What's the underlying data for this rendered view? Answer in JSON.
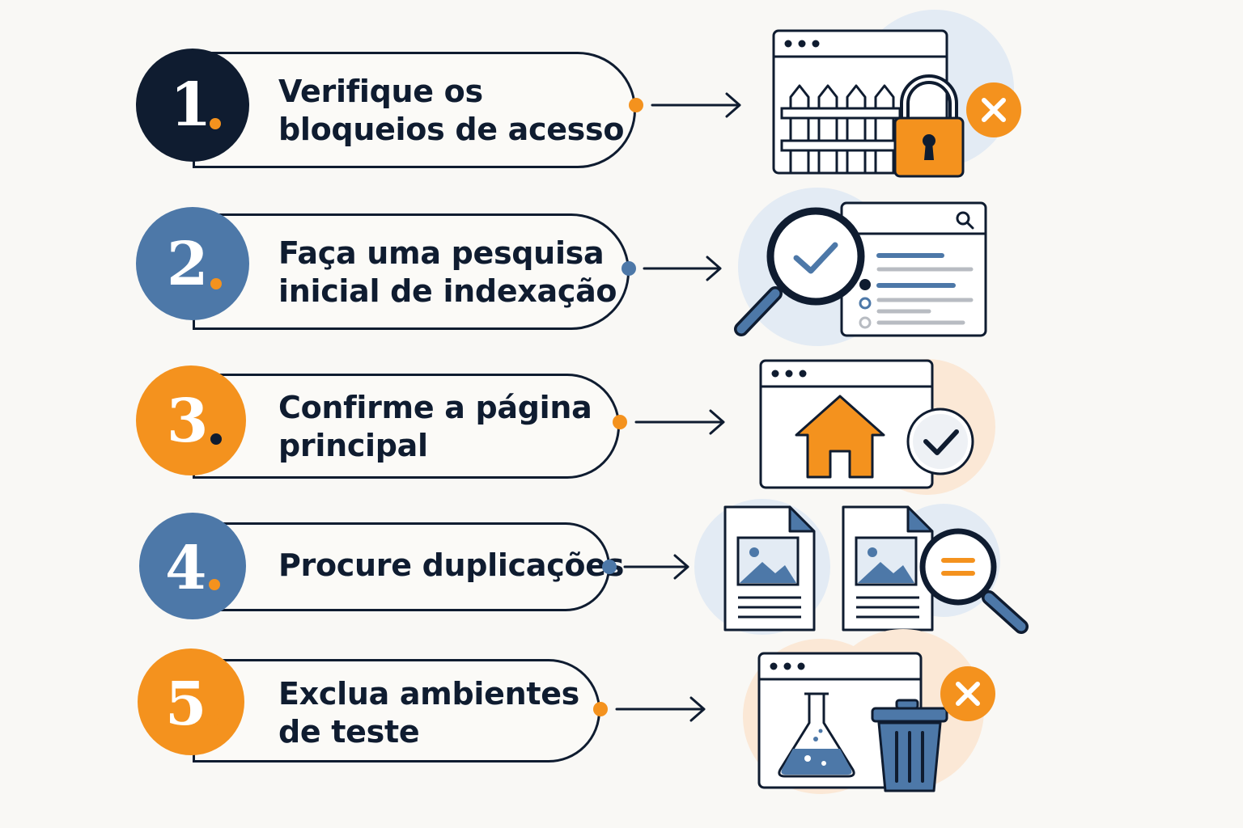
{
  "colors": {
    "navy": "#0f1c30",
    "blue": "#4d78a8",
    "orange": "#f4921e",
    "bg": "#f9f8f5",
    "light_blue_halo": "#e3ebf4",
    "light_orange_halo": "#fbe8d6"
  },
  "steps": [
    {
      "number": "1",
      "lines": [
        "Verifique os",
        "bloqueios de acesso"
      ],
      "circle_color": "navy",
      "number_dot_color": "orange",
      "connector_dot_color": "orange",
      "icon": "browser-fence-padlock-blocked-icon"
    },
    {
      "number": "2",
      "lines": [
        "Faça uma pesquisa",
        "inicial de indexação"
      ],
      "circle_color": "blue",
      "number_dot_color": "orange",
      "connector_dot_color": "blue",
      "icon": "magnifier-check-search-results-icon"
    },
    {
      "number": "3",
      "lines": [
        "Confirme a página",
        "principal"
      ],
      "circle_color": "orange",
      "number_dot_color": "navy",
      "connector_dot_color": "orange",
      "icon": "browser-home-check-icon"
    },
    {
      "number": "4",
      "lines": [
        "Procure duplicações"
      ],
      "circle_color": "blue",
      "number_dot_color": "orange",
      "connector_dot_color": "blue",
      "icon": "duplicate-documents-magnifier-icon"
    },
    {
      "number": "5",
      "lines": [
        "Exclua ambientes",
        "de teste"
      ],
      "circle_color": "orange",
      "number_dot_color": "orange",
      "connector_dot_color": "orange",
      "icon": "browser-flask-trash-delete-icon"
    }
  ]
}
